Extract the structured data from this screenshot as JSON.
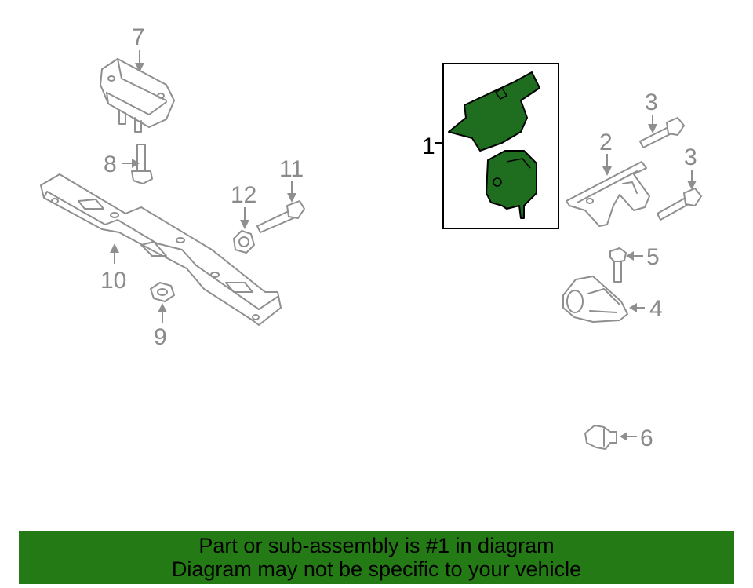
{
  "callouts": {
    "c1": "1",
    "c2": "2",
    "c3a": "3",
    "c3b": "3",
    "c4": "4",
    "c5": "5",
    "c6": "6",
    "c7": "7",
    "c8": "8",
    "c9": "9",
    "c10": "10",
    "c11": "11",
    "c12": "12"
  },
  "banner": {
    "line1": "Part or sub-assembly is #1 in diagram",
    "line2": "Diagram may not be specific to your vehicle"
  },
  "colors": {
    "highlight": "#1f6d1f",
    "banner": "#247a14",
    "line": "#8f8f8f"
  }
}
